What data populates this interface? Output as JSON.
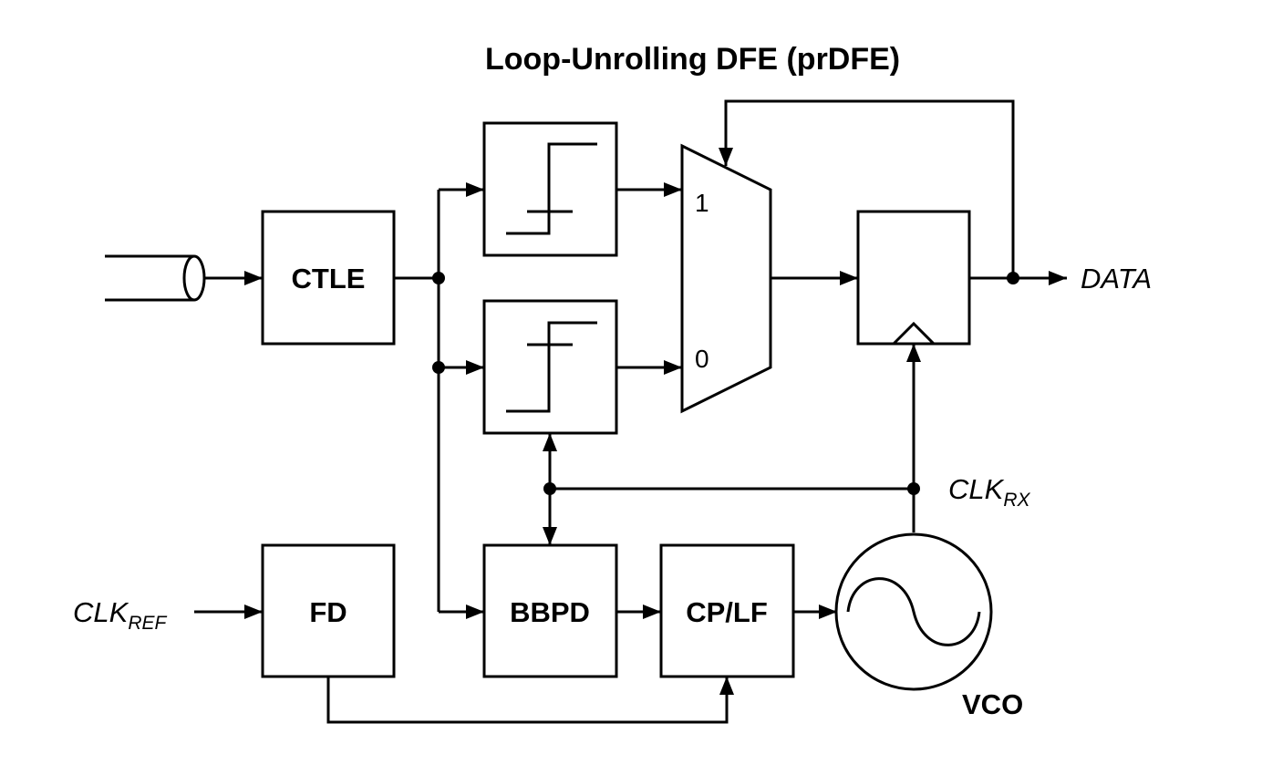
{
  "title": "Loop-Unrolling DFE (prDFE)",
  "blocks": {
    "ctle": "CTLE",
    "fd": "FD",
    "bbpd": "BBPD",
    "cplf": "CP/LF",
    "vco": "VCO"
  },
  "mux": {
    "input_1": "1",
    "input_0": "0"
  },
  "signals": {
    "data": "DATA",
    "clk_rx_main": "CLK",
    "clk_rx_sub": "RX",
    "clk_ref_main": "CLK",
    "clk_ref_sub": "REF"
  }
}
